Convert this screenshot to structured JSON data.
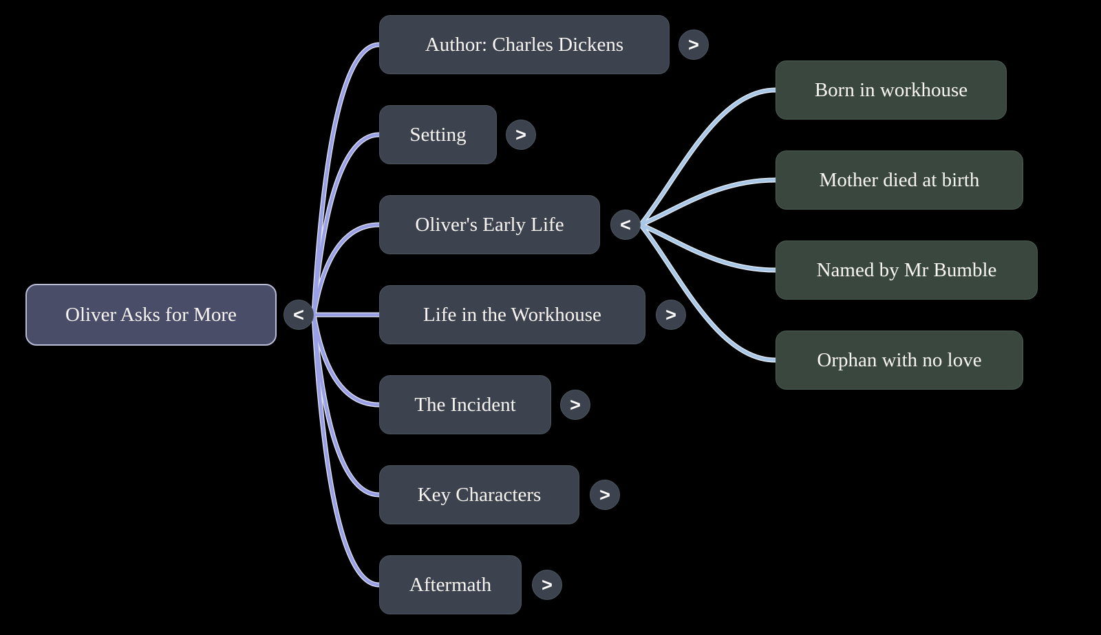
{
  "diagram": {
    "type": "mindmap",
    "title": "Oliver Asks for More"
  },
  "colors": {
    "background": "#000000",
    "root_bg": "#4a4d68",
    "root_border": "#b9bdd8",
    "branch_bg": "#3d434e",
    "leaf_bg": "#3a473e",
    "toggle_bg": "#3d434e",
    "text": "#f7f5f1",
    "edge_left": "#9aa0e6",
    "edge_left_halo": "#e4e6f8",
    "edge_right": "#a9c7e7",
    "edge_right_halo": "#e8eff9"
  },
  "root": {
    "label": "Oliver Asks for More",
    "toggle": "<"
  },
  "branches": [
    {
      "label": "Author: Charles Dickens",
      "toggle": ">"
    },
    {
      "label": "Setting",
      "toggle": ">"
    },
    {
      "label": "Oliver's Early Life",
      "toggle": "<"
    },
    {
      "label": "Life in the Workhouse",
      "toggle": ">"
    },
    {
      "label": "The Incident",
      "toggle": ">"
    },
    {
      "label": "Key Characters",
      "toggle": ">"
    },
    {
      "label": "Aftermath",
      "toggle": ">"
    }
  ],
  "leaves": [
    {
      "label": "Born in workhouse"
    },
    {
      "label": "Mother died at birth"
    },
    {
      "label": "Named by Mr Bumble"
    },
    {
      "label": "Orphan with no love"
    }
  ]
}
